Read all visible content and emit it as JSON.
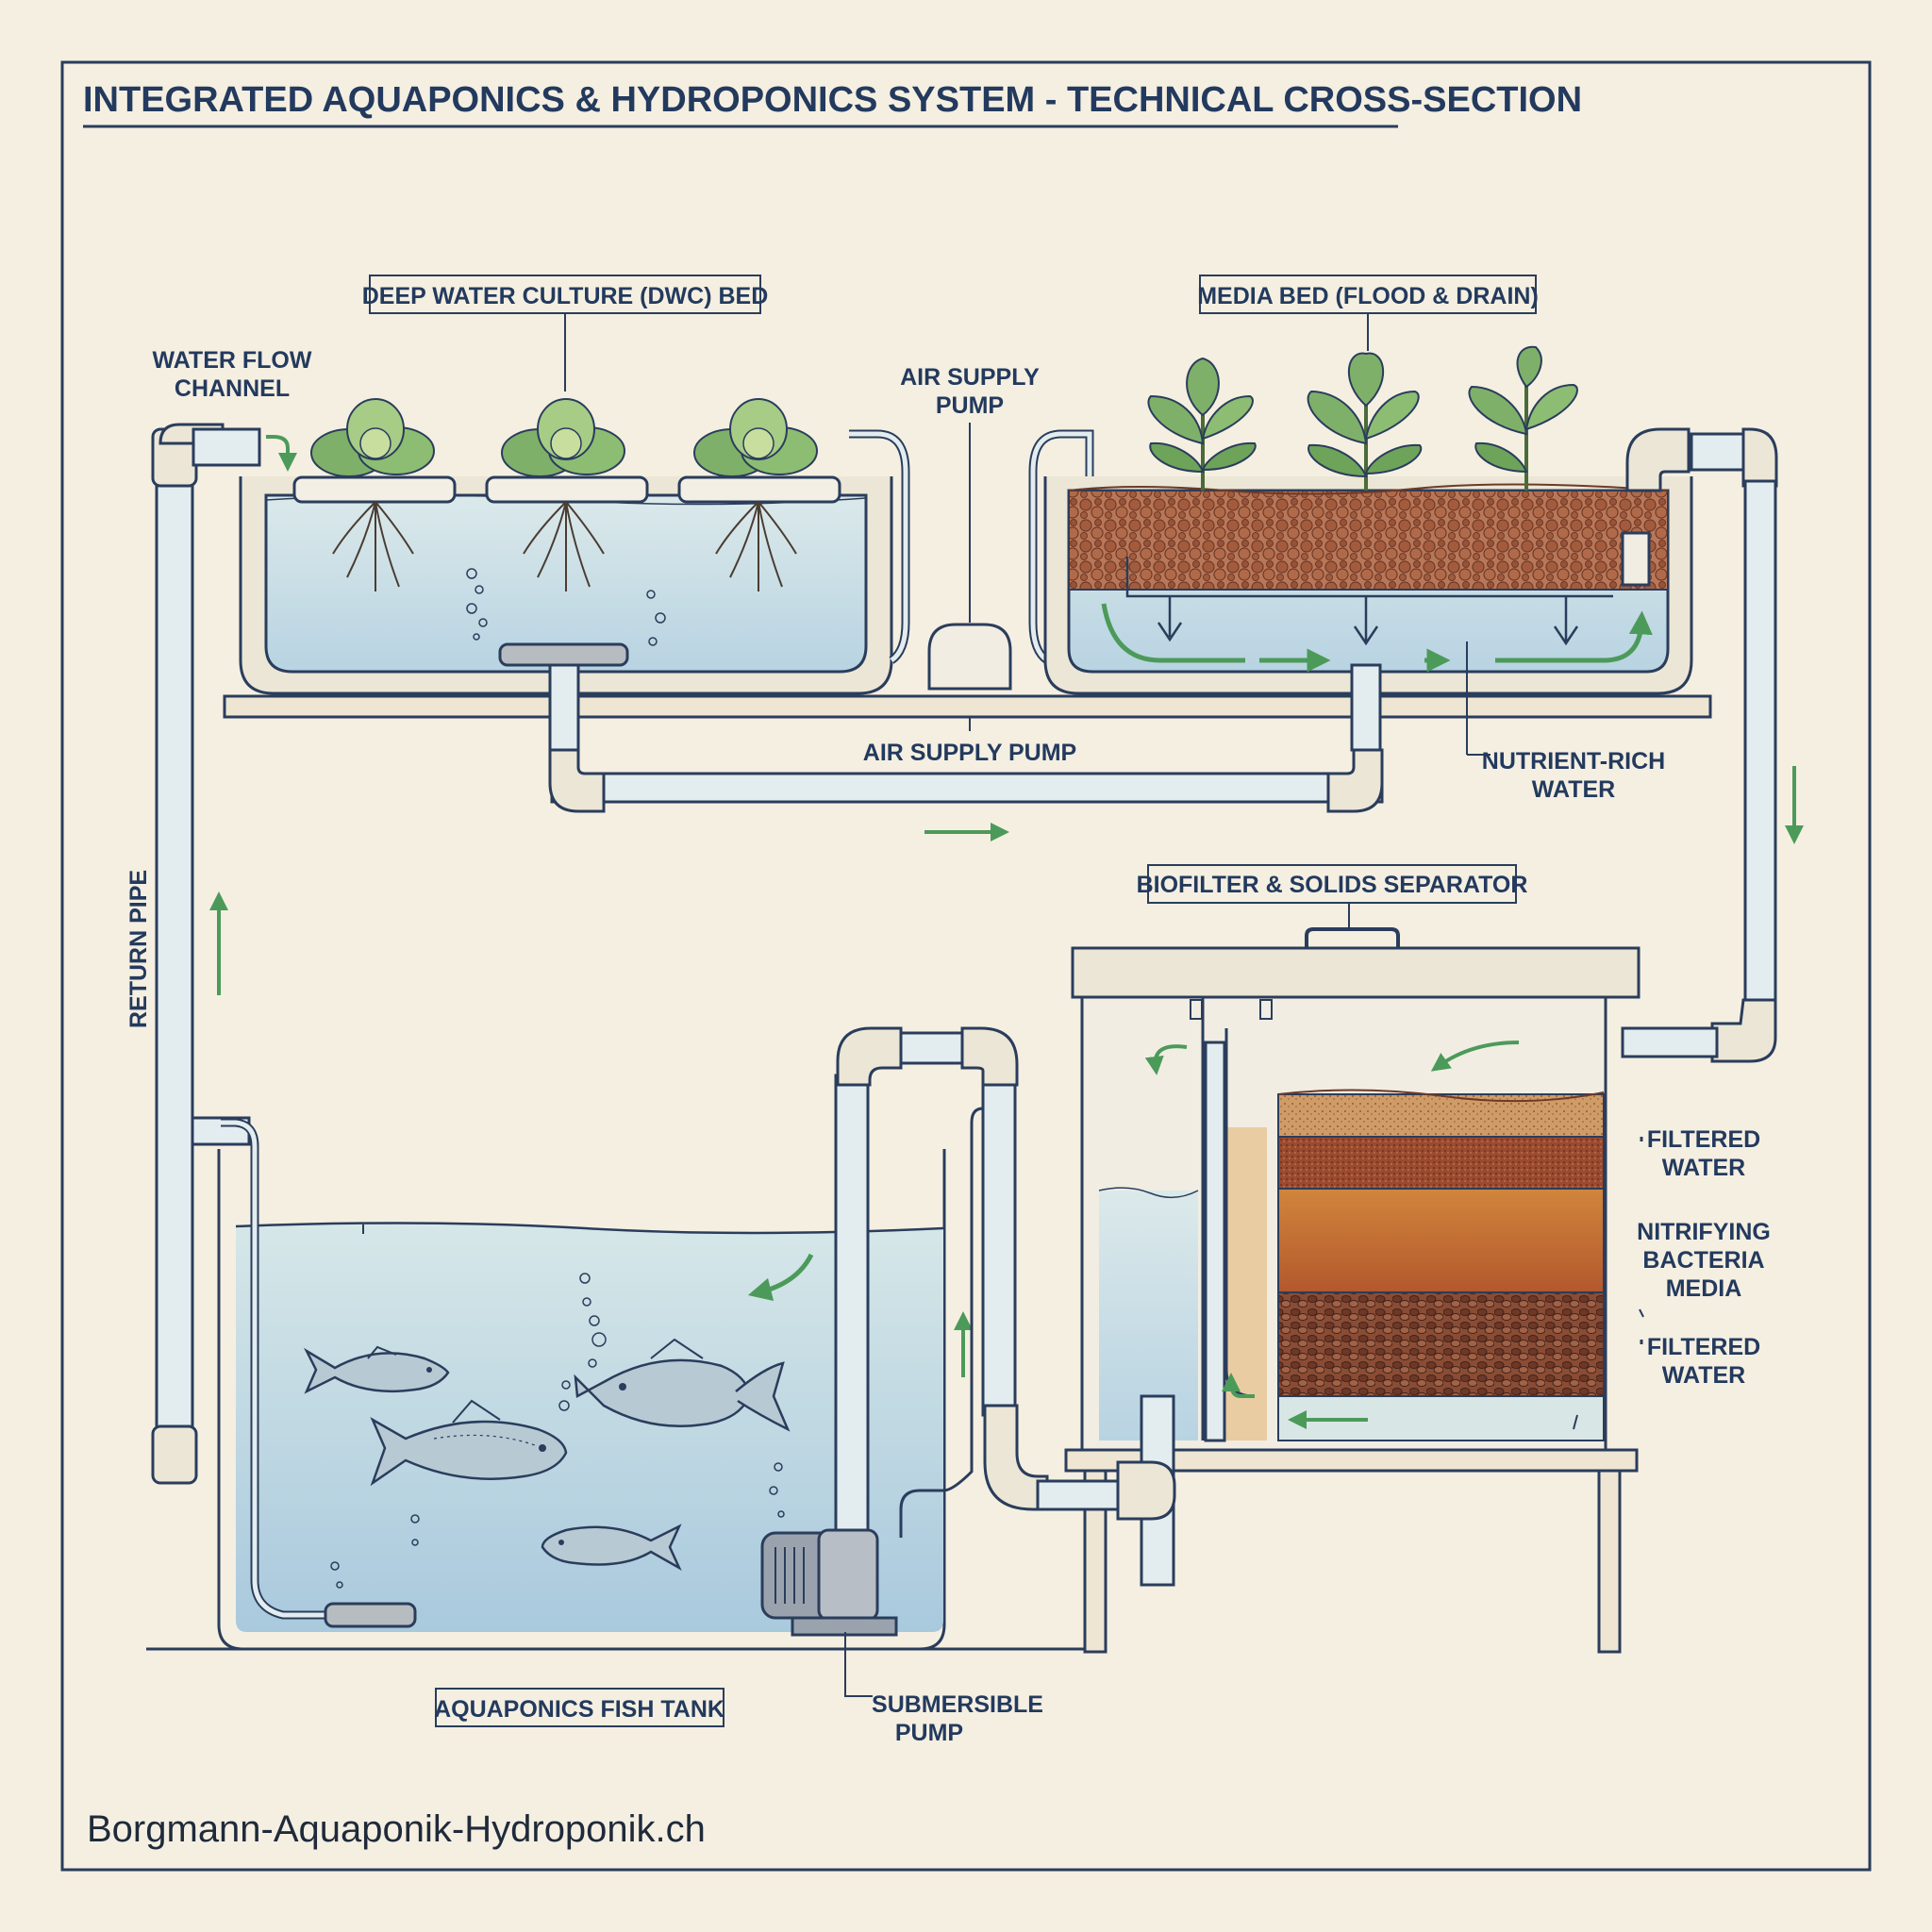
{
  "title": "INTEGRATED AQUAPONICS & HYDROPONICS SYSTEM - TECHNICAL CROSS-SECTION",
  "footer": "Borgmann-Aquaponik-Hydroponik.ch",
  "labels": {
    "dwc_bed": "DEEP WATER CULTURE (DWC) BED",
    "media_bed": "MEDIA BED (FLOOD & DRAIN)",
    "water_flow_1": "WATER FLOW",
    "water_flow_2": "CHANNEL",
    "air_pump_top_1": "AIR SUPPLY",
    "air_pump_top_2": "PUMP",
    "air_pump_bottom": "AIR SUPPLY PUMP",
    "nutrient_1": "NUTRIENT-RICH",
    "nutrient_2": "WATER",
    "biofilter": "BIOFILTER & SOLIDS SEPARATOR",
    "return_pipe": "RETURN PIPE",
    "filtered_top_1": "FILTERED",
    "filtered_top_2": "WATER",
    "nitrifying_1": "NITRIFYING",
    "nitrifying_2": "BACTERIA",
    "nitrifying_3": "MEDIA",
    "filtered_bottom_1": "FILTERED",
    "filtered_bottom_2": "WATER",
    "fish_tank": "AQUAPONICS FISH TANK",
    "sub_pump_1": "SUBMERSIBLE",
    "sub_pump_2": "PUMP"
  },
  "colors": {
    "ink": "#2a3d5c",
    "paper": "#f5efe1",
    "water": "#cfe3ea",
    "flow_arrow": "#4c9a5a",
    "leaf": "#7fb069",
    "clay": "#a05a3c",
    "filter_layer_top": "#c98f5a",
    "filter_layer_mid": "#9c4a2d",
    "filter_layer_orange": "#d98c3c"
  }
}
